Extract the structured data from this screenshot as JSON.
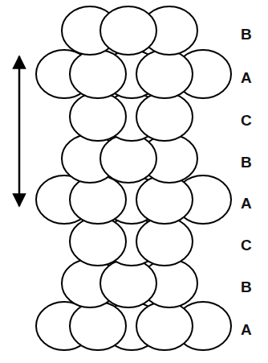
{
  "diagram": {
    "labels": [
      "B",
      "A",
      "C",
      "B",
      "A",
      "C",
      "B",
      "A"
    ]
  }
}
